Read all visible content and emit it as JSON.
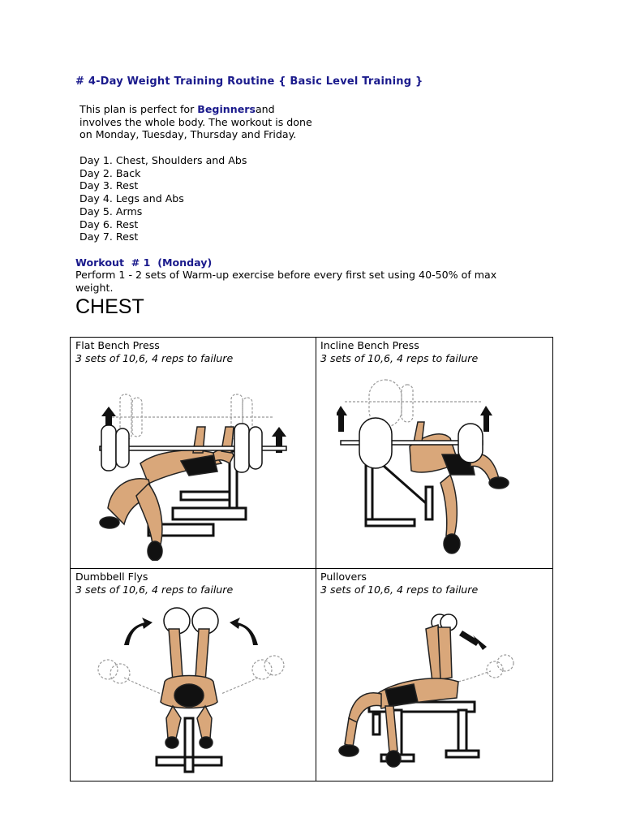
{
  "document": {
    "title": "# 4-Day Weight Training Routine { Basic Level Training }",
    "intro": {
      "before": "This plan is perfect for ",
      "emphasis": "Beginners",
      "after": "and involves the whole body. The workout is done on Monday, Tuesday, Thursday and Friday."
    },
    "days": [
      "Day 1. Chest, Shoulders and Abs",
      "Day 2. Back",
      "Day 3. Rest",
      "Day 4. Legs and Abs",
      "Day 5. Arms",
      "Day 6. Rest",
      "Day 7. Rest"
    ],
    "workout_heading": "Workout  # 1  (Monday)",
    "warmup_text": "Perform 1 - 2 sets of Warm-up exercise before every first set using 40-50% of max weight.",
    "section_heading": "CHEST",
    "exercises": [
      {
        "name": "Flat Bench Press",
        "sets": "3 sets of 10,6, 4 reps to failure",
        "icon": "flat-bench-press-illustration"
      },
      {
        "name": "Incline Bench Press",
        "sets": "3 sets of 10,6, 4 reps to failure",
        "icon": "incline-bench-press-illustration"
      },
      {
        "name": "Dumbbell Flys",
        "sets": "3 sets of 10,6, 4 reps to failure",
        "icon": "dumbbell-flys-illustration"
      },
      {
        "name": "Pullovers",
        "sets": "3 sets of 10,6, 4 reps to failure",
        "icon": "pullovers-illustration"
      }
    ],
    "colors": {
      "heading_blue": "#1a1a8c",
      "skin": "#d9a77a",
      "shorts": "#111111"
    }
  }
}
